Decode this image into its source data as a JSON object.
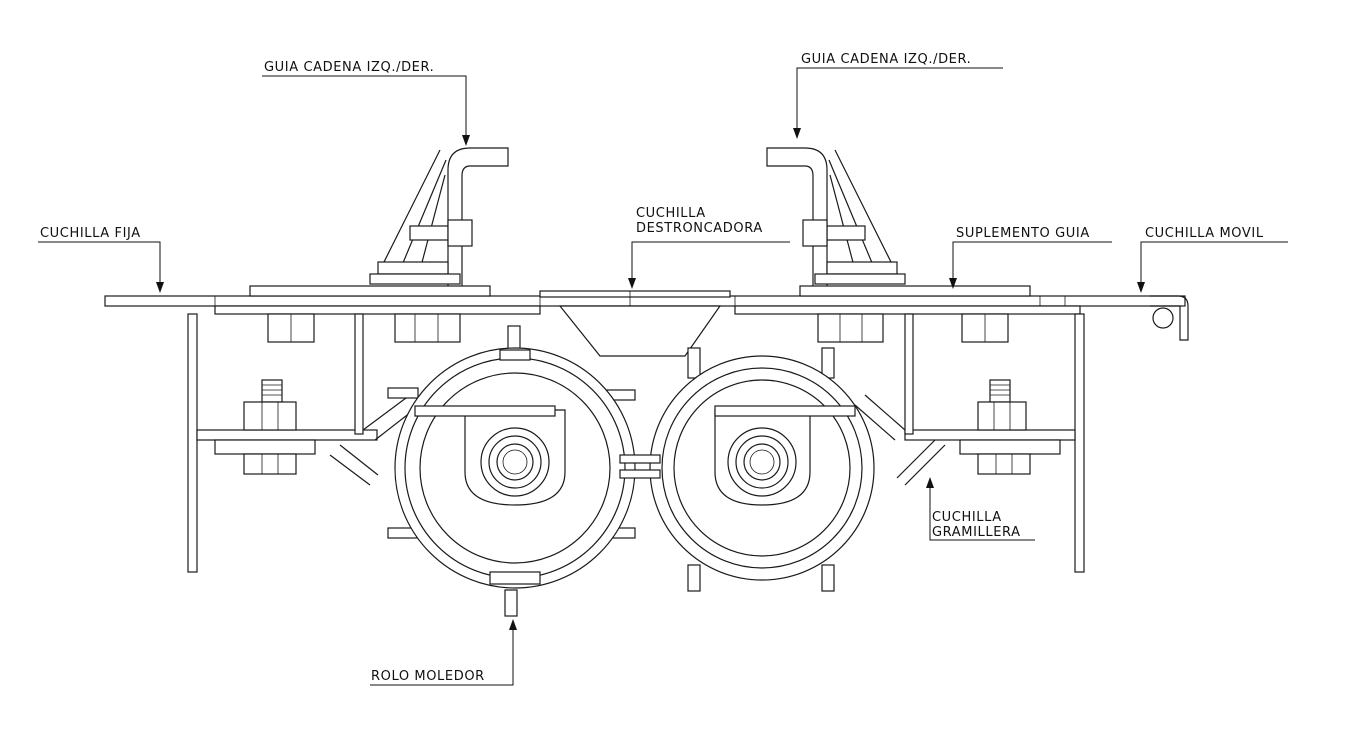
{
  "labels": {
    "guia_left": "GUIA CADENA IZQ./DER.",
    "guia_right": "GUIA CADENA IZQ./DER.",
    "cuchilla_fija": "CUCHILLA FIJA",
    "cuchilla_destroncadora_1": "CUCHILLA",
    "cuchilla_destroncadora_2": "DESTRONCADORA",
    "suplemento_guia": "SUPLEMENTO GUIA",
    "cuchilla_movil": "CUCHILLA MOVIL",
    "cuchilla_gramillera_1": "CUCHILLA",
    "cuchilla_gramillera_2": "GRAMILLERA",
    "rolo_moledor": "ROLO MOLEDOR"
  }
}
